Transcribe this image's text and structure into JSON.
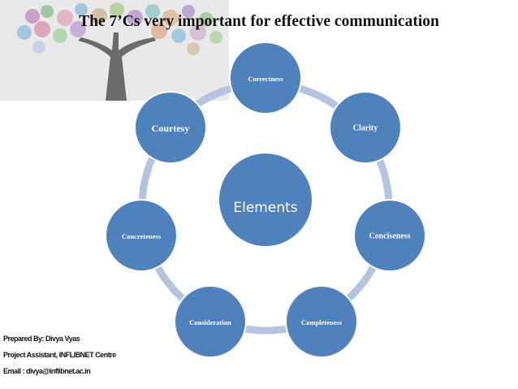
{
  "title": "The 7’Cs very important for effective communication",
  "colors": {
    "node_fill": "#4f81bd",
    "node_stroke": "#ffffff",
    "ring": "#b4c4de",
    "title_text": "#111111"
  },
  "diagram": {
    "center": "Elements",
    "nodes": [
      {
        "label": "Correctness"
      },
      {
        "label": "Clarity"
      },
      {
        "label": "Conciseness"
      },
      {
        "label": "Completeness"
      },
      {
        "label": "Consideration"
      },
      {
        "label": "Concreteness"
      },
      {
        "label": "Courtesy"
      }
    ]
  },
  "credits": {
    "prepared_by": "Prepared By: Divya Vyas",
    "role": "Project Assistant, INFLIBNET Centre",
    "email": "Email : divya@inflibnet.ac.in"
  }
}
